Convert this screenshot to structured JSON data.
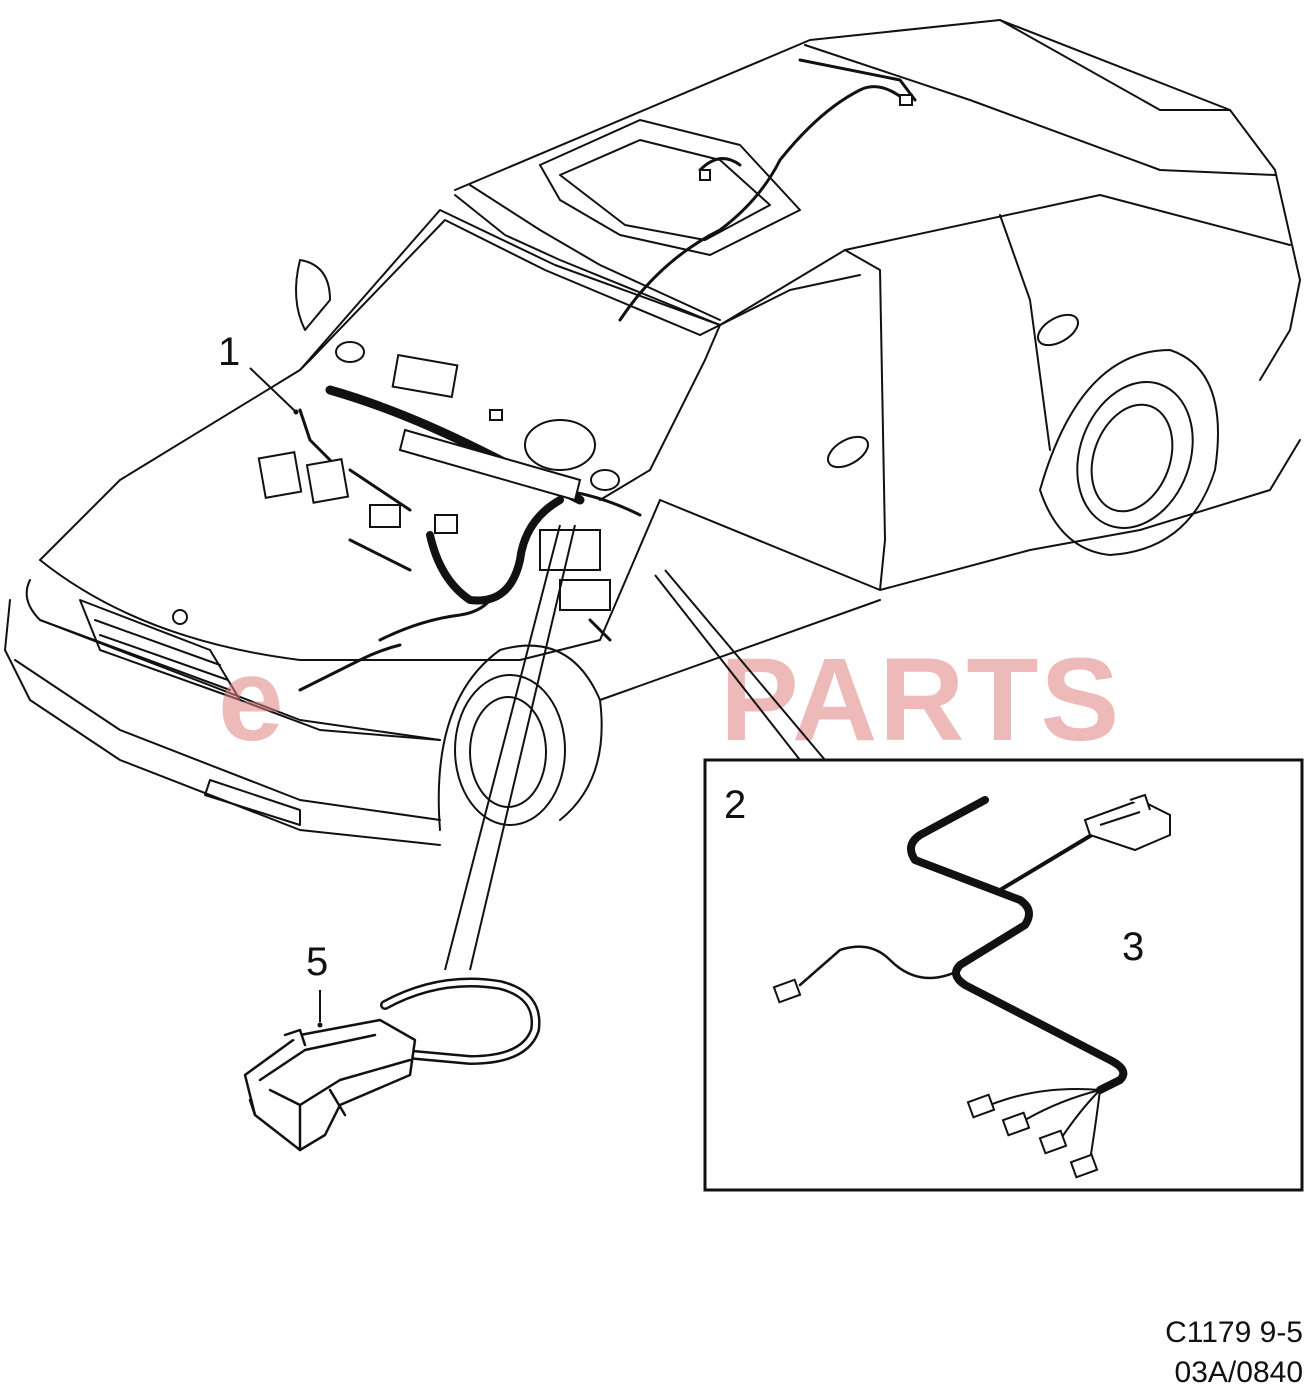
{
  "callouts": {
    "c1": "1",
    "c2": "2",
    "c3": "3",
    "c5": "5"
  },
  "watermark": {
    "e": "e",
    "parts": "PARTS"
  },
  "footer": {
    "code": "C1179 9-5",
    "ref": "03A/0840"
  },
  "colors": {
    "line": "#111111",
    "watermark": "#e08080"
  }
}
